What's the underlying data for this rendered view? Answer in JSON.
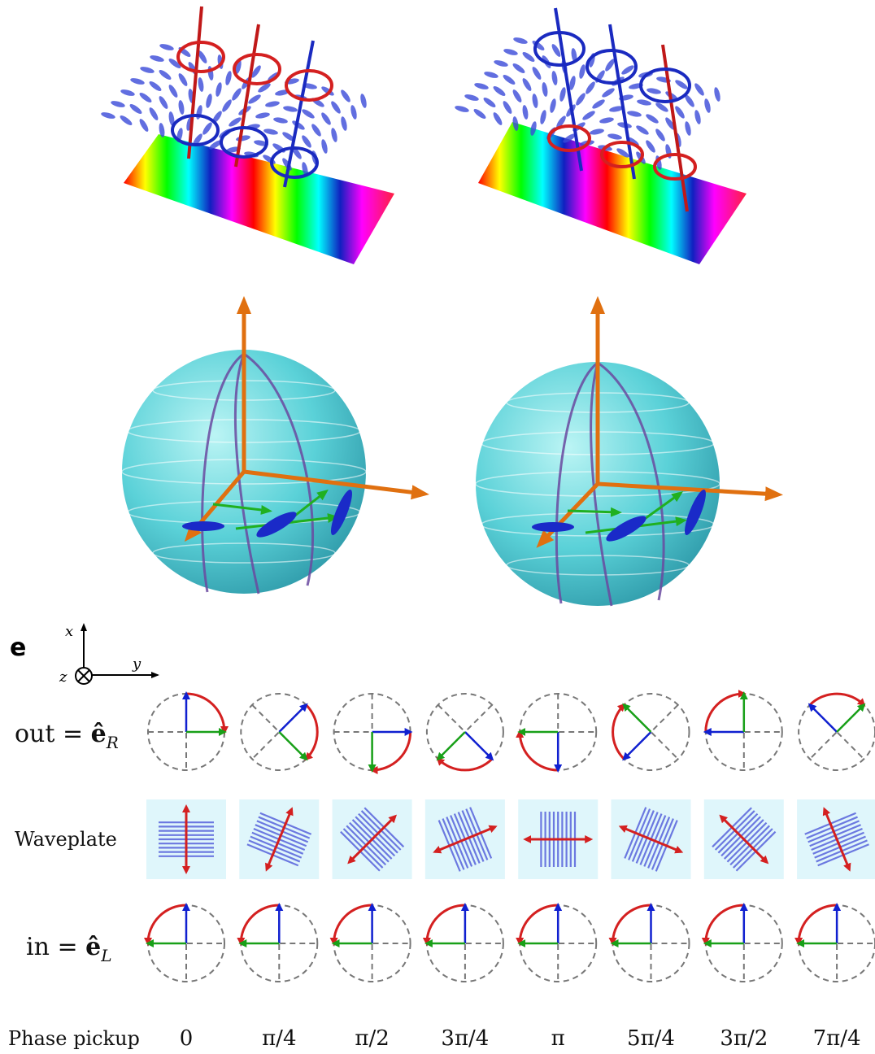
{
  "panel": {
    "letter": "e"
  },
  "axes": {
    "x": "x",
    "y": "y",
    "z": "z"
  },
  "rows": {
    "out": {
      "label_prefix": "out = ",
      "label_vec": "ê",
      "label_sub": "R"
    },
    "waveplate": {
      "label": "Waveplate"
    },
    "in": {
      "label_prefix": "in = ",
      "label_vec": "ê",
      "label_sub": "L"
    }
  },
  "phase": {
    "label": "Phase pickup",
    "values": [
      "0",
      "π/4",
      "π/2",
      "3π/4",
      "π",
      "5π/4",
      "3π/2",
      "7π/4"
    ]
  },
  "colors": {
    "red": "#d42020",
    "blue": "#1020d0",
    "green": "#18a018",
    "waveplate_bg": "#dff6fb",
    "waveplate_lines": "#6b78e0",
    "sphere": "#4fd0d8",
    "orange": "#e07010",
    "path": "#6a5aa0"
  }
}
